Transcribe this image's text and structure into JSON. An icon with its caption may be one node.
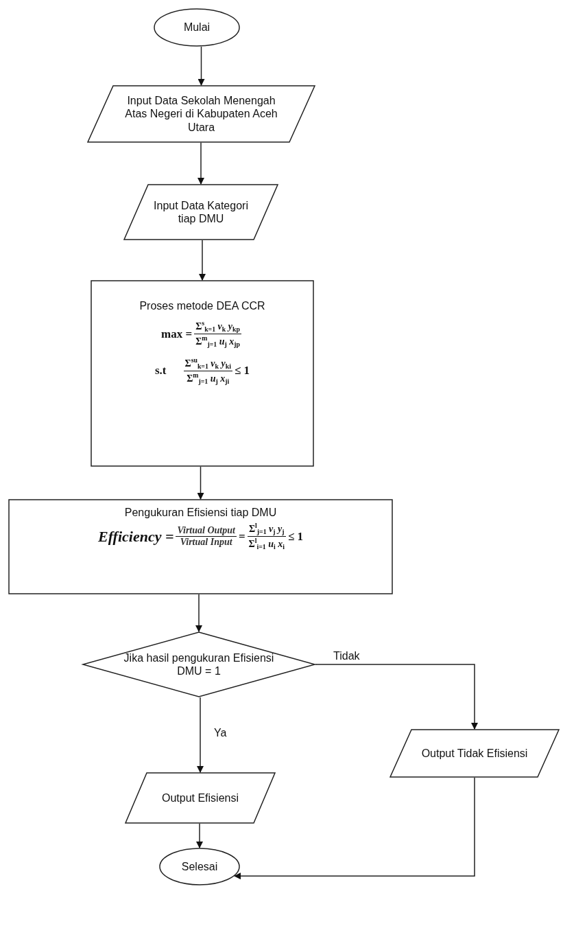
{
  "diagram": {
    "nodes": [
      {
        "text": [
          "Mulai"
        ]
      },
      {
        "text": [
          "Input Data Sekolah Menengah Atas Negeri di Kabupaten Aceh Utara"
        ]
      },
      {
        "text": [
          "Input Data Kategori tiap DMU"
        ]
      },
      {
        "text": [
          "Proses metode DEA CCR",
          "max =",
          "Σ$^{s}$$_{k=1}$ *v*$_{k}$ *y*$_{kp}$",
          "Σ$^{m}$$_{j=1}$ *u*$_{j}$ *x*$_{jp}$",
          "s.t",
          "Σ$^{su}$$_{k=1}$ *v*$_{k}$ *y*$_{ki}$",
          "Σ$^{m}$$_{j=1}$ *u*$_{j}$ *x*$_{ji}$",
          "≤ 1"
        ]
      },
      {
        "text": [
          "Pengukuran Efisiensi tiap DMU",
          "Efficiency =",
          "Virtual Output",
          "Virtual Input",
          "=",
          "Σ$^{l}$$_{j=1}$ *v*$_{j}$ *y*$_{j}$",
          "Σ$^{l}$$_{i=1}$ *u*$_{i}$ *x*$_{i}$",
          "≤ 1"
        ]
      },
      {
        "text": [
          "Jika hasil pengukuran Efisiensi DMU = 1"
        ]
      },
      {
        "text": [
          "Output Efisiensi"
        ]
      },
      {
        "text": [
          "Output Tidak Efisiensi"
        ]
      },
      {
        "text": [
          "Selesai"
        ]
      }
    ],
    "edges": [
      {
        "from": 0,
        "to": 1,
        "arrow": "to"
      },
      {
        "from": 1,
        "to": 2,
        "arrow": "to"
      },
      {
        "from": 2,
        "to": 3,
        "arrow": "to"
      },
      {
        "from": 3,
        "to": 4,
        "arrow": "to"
      },
      {
        "from": 4,
        "to": 5,
        "arrow": "to"
      },
      {
        "from": 5,
        "to": 6,
        "arrow": "to",
        "label": "Ya"
      },
      {
        "from": 5,
        "to": 7,
        "arrow": "to",
        "label": "Tidak"
      },
      {
        "from": 6,
        "to": 8,
        "arrow": "to"
      },
      {
        "from": 7,
        "to": 8,
        "arrow": "to"
      }
    ]
  }
}
